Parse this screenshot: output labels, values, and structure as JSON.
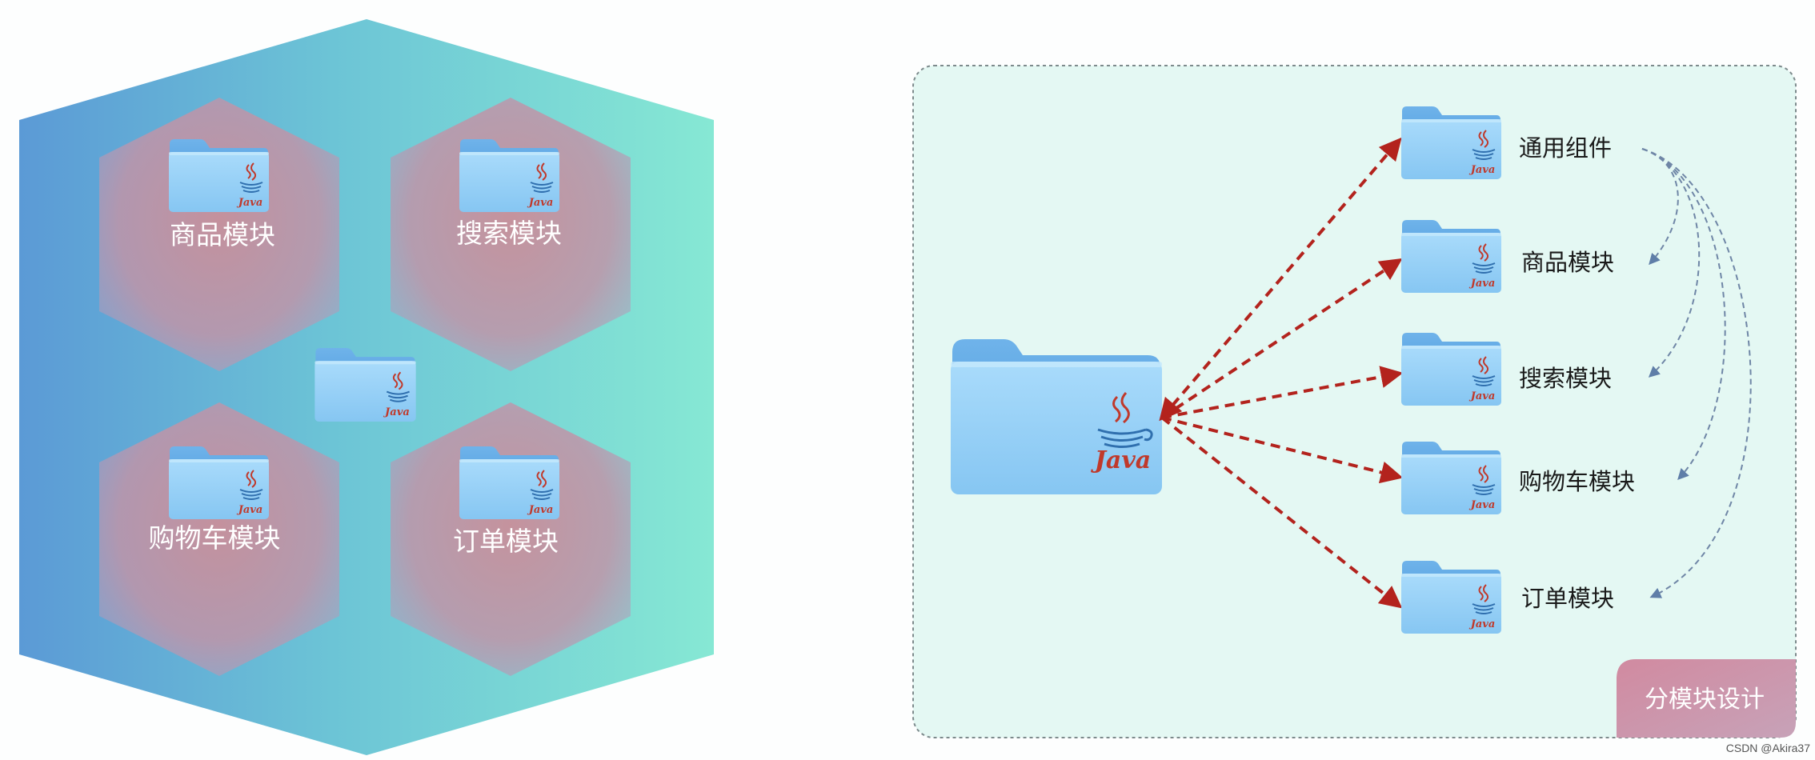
{
  "monolith": {
    "modules": [
      "商品模块",
      "搜索模块",
      "购物车模块",
      "订单模块"
    ],
    "center_icon": "java-folder-icon"
  },
  "modular": {
    "root_icon_label": "Java",
    "folder_icon_label": "Java",
    "modules": [
      "通用组件",
      "商品模块",
      "搜索模块",
      "购物车模块",
      "订单模块"
    ],
    "badge": "分模块设计"
  },
  "watermark": "CSDN @Akira37",
  "colors": {
    "hex_gradient_left": "#5b9ad6",
    "hex_gradient_right": "#86e8d4",
    "inner_hex": "#c4909e",
    "panel_bg": "#e4f8f3",
    "folder": "#8ccaf5",
    "arrow_red": "#b3231d",
    "arrow_dashed_gray": "#7a8ea6",
    "badge": "#cf96a8"
  }
}
